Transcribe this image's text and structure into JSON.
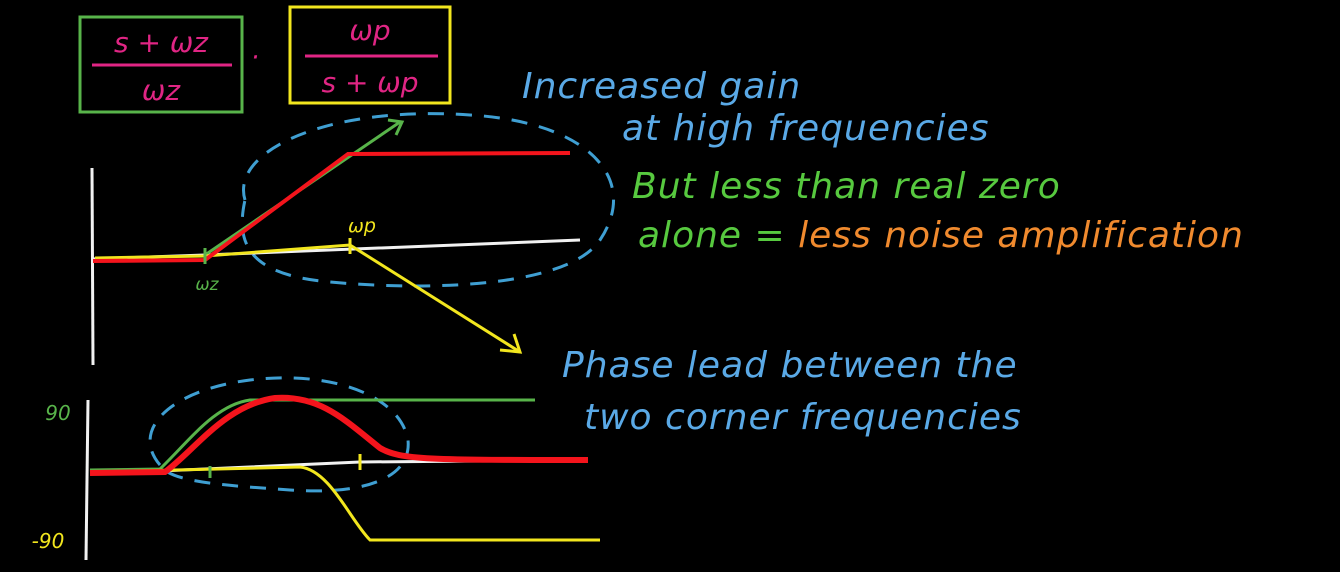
{
  "colors": {
    "background": "#000000",
    "pink": "#e02584",
    "green": "#58b44a",
    "yellow": "#f2e61e",
    "red": "#f4141c",
    "white": "#f2f2f2",
    "blue_dashed": "#3f9fd2",
    "note_blue": "#5aa9e6",
    "note_green": "#57c93f",
    "note_orange": "#f08a2e"
  },
  "formula": {
    "zero_numerator": "s + ωz",
    "zero_denominator": "ωz",
    "dot": "·",
    "pole_numerator": "ωp",
    "pole_denominator": "s + ωp"
  },
  "magnitude_plot": {
    "label_wz": "ωz",
    "label_wp": "ωp"
  },
  "phase_plot": {
    "tick_top": "90",
    "tick_bottom": "-90"
  },
  "notes": {
    "gain_line1": "Increased gain",
    "gain_line2": "at high frequencies",
    "noise_line1": "But less than real zero",
    "noise_line2_a": "alone = ",
    "noise_line2_b": "less noise amplification",
    "phase_line1": "Phase lead between the",
    "phase_line2": "two corner frequencies"
  }
}
